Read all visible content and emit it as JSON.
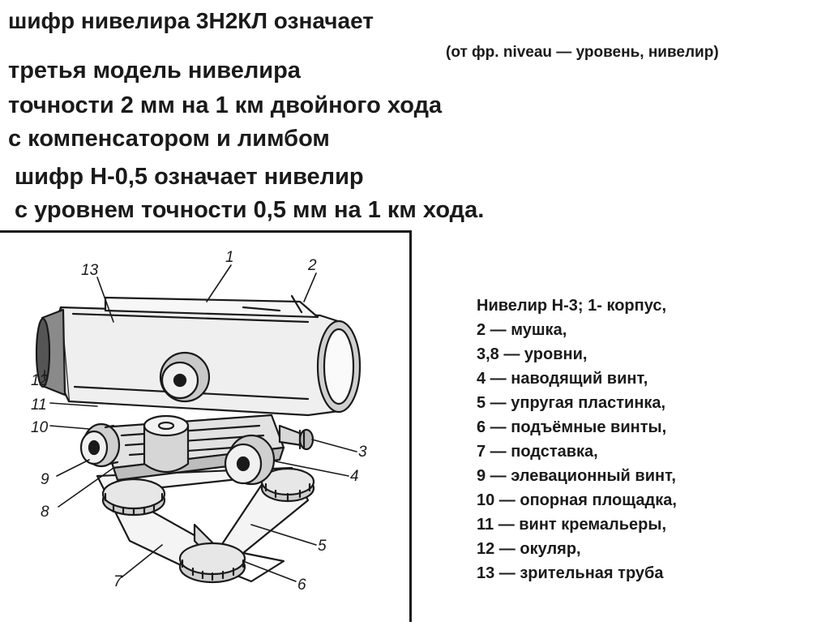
{
  "header": {
    "line1": "шифр нивелира 3Н2КЛ означает",
    "etymology": "(от фр. niveau — уровень, нивелир)",
    "line2": "третья модель нивелира",
    "line3": "точности 2 мм на 1 км двойного хода",
    "line4": "с компенсатором и лимбом",
    "line5": "шифр Н-0,5 означает нивелир",
    "line6": "с уровнем точности 0,5 мм на 1 км хода."
  },
  "legend": [
    "Нивелир Н-3; 1- корпус,",
    "2 — мушка,",
    "3,8 — уровни,",
    "4 — наводящий винт,",
    "5 — упругая пластинка,",
    "6 — подъёмные винты,",
    "7 — подставка,",
    "9 — элевационный винт,",
    "10 — опорная площадка,",
    "11 — винт кремальеры,",
    "12 — окуляр,",
    "13 — зрительная труба"
  ],
  "callouts": [
    "1",
    "2",
    "3",
    "4",
    "5",
    "6",
    "7",
    "8",
    "9",
    "10",
    "11",
    "12",
    "13"
  ]
}
